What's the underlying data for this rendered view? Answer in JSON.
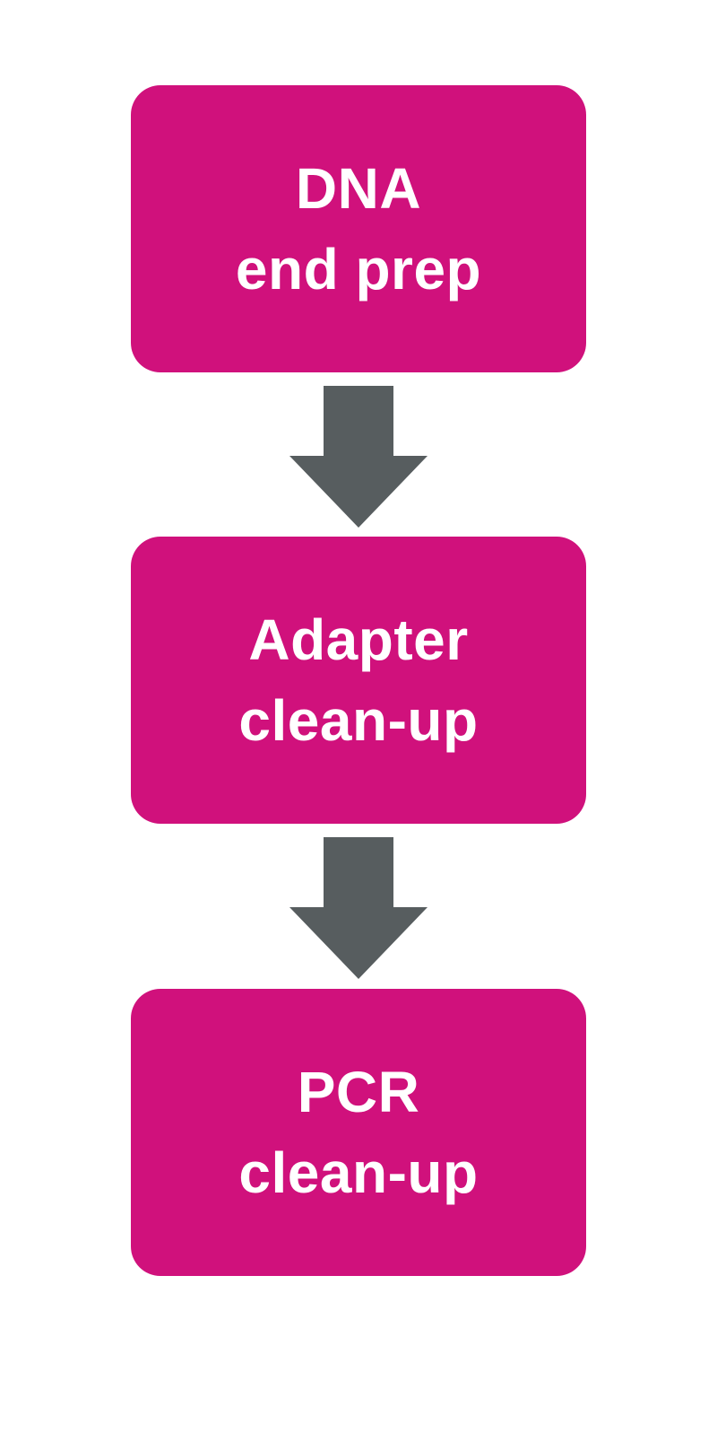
{
  "diagram": {
    "type": "flowchart",
    "direction": "top-to-bottom",
    "nodes": [
      {
        "id": "dna-end-prep",
        "lines": [
          "DNA",
          "end prep"
        ]
      },
      {
        "id": "adapter-clean-up",
        "lines": [
          "Adapter",
          "clean-up"
        ]
      },
      {
        "id": "pcr-clean-up",
        "lines": [
          "PCR",
          "clean-up"
        ]
      }
    ],
    "connectors": [
      {
        "from": "dna-end-prep",
        "to": "adapter-clean-up",
        "shape": "block-arrow-down"
      },
      {
        "from": "adapter-clean-up",
        "to": "pcr-clean-up",
        "shape": "block-arrow-down"
      }
    ]
  },
  "colors": {
    "node-fill": "#D0117C",
    "node-text": "#FFFFFF",
    "arrow-fill": "#575D5F",
    "background": "#FFFFFF"
  }
}
